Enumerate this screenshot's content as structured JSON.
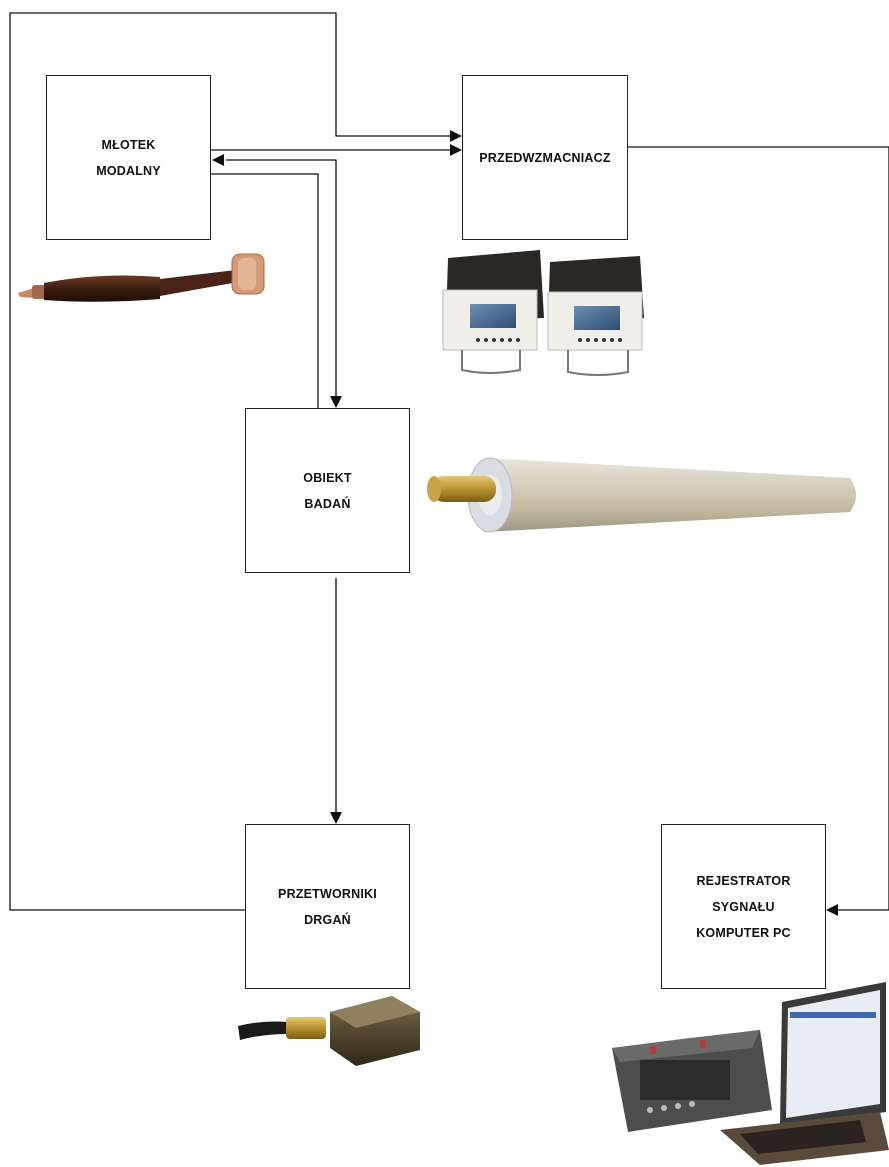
{
  "boxes": {
    "hammer": {
      "lines": [
        "MŁOTEK",
        "MODALNY"
      ]
    },
    "preamp": {
      "lines": [
        "PRZEDWZMACNIACZ"
      ]
    },
    "object": {
      "lines": [
        "OBIEKT",
        "BADAŃ"
      ]
    },
    "transducers": {
      "lines": [
        "PRZETWORNIKI",
        "DRGAŃ"
      ]
    },
    "recorder": {
      "lines": [
        "REJESTRATOR",
        "SYGNAŁU",
        "KOMPUTER PC"
      ]
    }
  },
  "photos": {
    "hammer": "modal-hammer-photo",
    "preamp": "preamplifier-units-photo",
    "object": "cylindrical-rod-photo",
    "transducer": "accelerometer-photo",
    "recorder": "data-recorder-and-laptop-photo"
  },
  "colors": {
    "line": "#111111",
    "box_border": "#222222"
  }
}
